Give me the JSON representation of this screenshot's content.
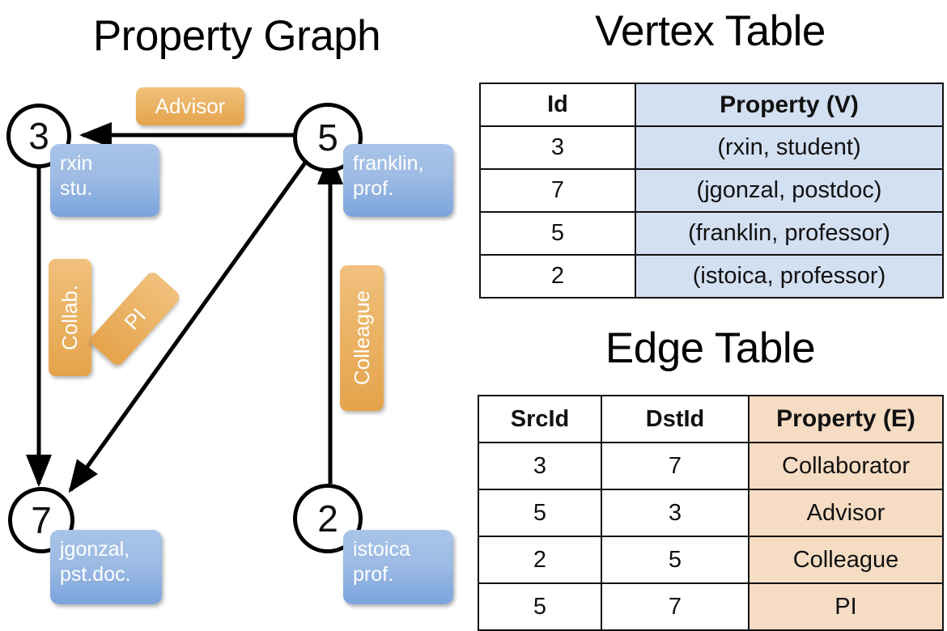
{
  "titles": {
    "property_graph": "Property Graph",
    "vertex_table": "Vertex Table",
    "edge_table": "Edge Table"
  },
  "graph": {
    "nodes": [
      {
        "id": "3",
        "label": "3",
        "property_line1": "rxin",
        "property_line2": "stu."
      },
      {
        "id": "5",
        "label": "5",
        "property_line1": "franklin,",
        "property_line2": "prof."
      },
      {
        "id": "7",
        "label": "7",
        "property_line1": "jgonzal,",
        "property_line2": "pst.doc."
      },
      {
        "id": "2",
        "label": "2",
        "property_line1": "istoica",
        "property_line2": "prof."
      }
    ],
    "edge_labels": [
      {
        "key": "advisor",
        "text": "Advisor"
      },
      {
        "key": "collab",
        "text": "Collab."
      },
      {
        "key": "pi",
        "text": "PI"
      },
      {
        "key": "colleague",
        "text": "Colleague"
      }
    ]
  },
  "vertex_table": {
    "headers": [
      "Id",
      "Property (V)"
    ],
    "rows": [
      {
        "id": "3",
        "property": "(rxin, student)"
      },
      {
        "id": "7",
        "property": "(jgonzal, postdoc)"
      },
      {
        "id": "5",
        "property": "(franklin, professor)"
      },
      {
        "id": "2",
        "property": "(istoica, professor)"
      }
    ]
  },
  "edge_table": {
    "headers": [
      "SrcId",
      "DstId",
      "Property (E)"
    ],
    "rows": [
      {
        "src": "3",
        "dst": "7",
        "property": "Collaborator"
      },
      {
        "src": "5",
        "dst": "3",
        "property": "Advisor"
      },
      {
        "src": "2",
        "dst": "5",
        "property": "Colleague"
      },
      {
        "src": "5",
        "dst": "7",
        "property": "PI"
      }
    ]
  },
  "colors": {
    "vertex_property_fill": "#d3e0f2",
    "edge_property_fill": "#f5dcc3",
    "node_box_blue": "#9dbbe4",
    "edge_label_orange": "#eab263",
    "stroke": "#111111"
  }
}
